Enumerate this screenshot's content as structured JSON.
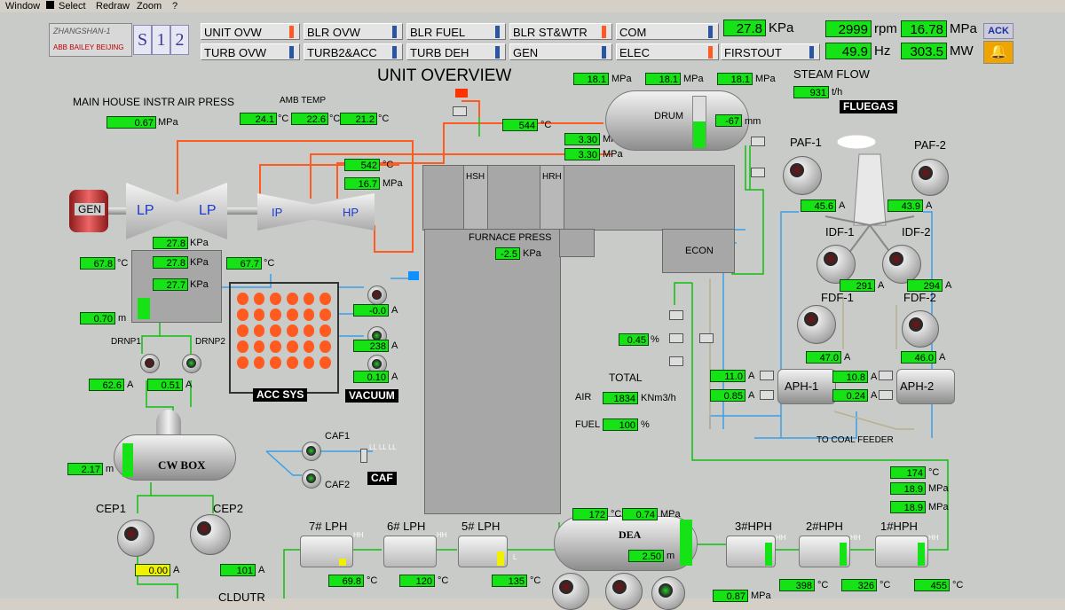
{
  "menu": {
    "window": "Window",
    "select": "Select",
    "redraw": "Redraw",
    "zoom": "Zoom",
    "help": "?"
  },
  "header": {
    "logo_line1": "ZHANGSHAN-1",
    "logo_line2": "ABB BAILEY BEIJING",
    "s12": [
      "S",
      "1",
      "2"
    ],
    "nav": {
      "unit_ovw": "UNIT OVW",
      "blr_ovw": "BLR OVW",
      "blr_fuel": "BLR FUEL",
      "blr_stwtr": "BLR ST&WTR",
      "com": "COM",
      "turb_ovw": "TURB OVW",
      "turb2acc": "TURB2&ACC",
      "turb_deh": "TURB DEH",
      "gen": "GEN",
      "elec": "ELEC",
      "firstout": "FIRSTOUT"
    },
    "press": {
      "value": "27.8",
      "unit": "KPa"
    },
    "speed": {
      "value": "2999",
      "unit": "rpm"
    },
    "mpa": {
      "value": "16.78",
      "unit": "MPa"
    },
    "hz": {
      "value": "49.9",
      "unit": "Hz"
    },
    "mw": {
      "value": "303.5",
      "unit": "MW"
    },
    "ack": "ACK"
  },
  "title": "UNIT OVERVIEW",
  "labels": {
    "air_press": "MAIN HOUSE INSTR AIR PRESS",
    "amb_temp": "AMB TEMP",
    "steam_flow": "STEAM FLOW",
    "fluegas": "FLUEGAS",
    "drum": "DRUM",
    "gen": "GEN",
    "lp1": "LP",
    "lp2": "LP",
    "ip": "IP",
    "hp": "HP",
    "hsh": "HSH",
    "hrh": "HRH",
    "econ": "ECON",
    "furnace_press": "FURNACE PRESS",
    "acc_sys": "ACC SYS",
    "vacuum": "VACUUM",
    "drnp1": "DRNP1",
    "drnp2": "DRNP2",
    "cw_box": "CW BOX",
    "caf1": "CAF1",
    "caf2": "CAF2",
    "caf": "CAF",
    "ll": "LL LL LL",
    "cep1": "CEP1",
    "cep2": "CEP2",
    "cldutr": "CLDUTR",
    "lph7": "7# LPH",
    "lph6": "6# LPH",
    "lph5": "5# LPH",
    "dea": "DEA",
    "hph3": "3#HPH",
    "hph2": "2#HPH",
    "hph1": "1#HPH",
    "total": "TOTAL",
    "air": "AIR",
    "fuel": "FUEL",
    "paf1": "PAF-1",
    "paf2": "PAF-2",
    "idf1": "IDF-1",
    "idf2": "IDF-2",
    "fdf1": "FDF-1",
    "fdf2": "FDF-2",
    "aph1": "APH-1",
    "aph2": "APH-2",
    "to_coal": "TO COAL FEEDER",
    "hh": "HH",
    "l": "L",
    "ll_small": "LL"
  },
  "values": {
    "air_press": {
      "v": "0.67",
      "u": "MPa"
    },
    "amb1": {
      "v": "24.1",
      "u": "°C"
    },
    "amb2": {
      "v": "22.6",
      "u": "°C"
    },
    "amb3": {
      "v": "21.2",
      "u": "°C"
    },
    "drum_p1": {
      "v": "18.1",
      "u": "MPa"
    },
    "drum_p2": {
      "v": "18.1",
      "u": "MPa"
    },
    "drum_p3": {
      "v": "18.1",
      "u": "MPa"
    },
    "steam_flow": {
      "v": "931",
      "u": "t/h"
    },
    "drum_level": {
      "v": "-67",
      "u": "mm"
    },
    "t544": {
      "v": "544",
      "u": "°C"
    },
    "p330a": {
      "v": "3.30",
      "u": "MPa"
    },
    "p330b": {
      "v": "3.30",
      "u": "MPa"
    },
    "t542": {
      "v": "542",
      "u": "°C"
    },
    "p167": {
      "v": "16.7",
      "u": "MPa"
    },
    "lp_p1": {
      "v": "27.8",
      "u": "KPa"
    },
    "lp_p2": {
      "v": "27.8",
      "u": "KPa"
    },
    "lp_p3": {
      "v": "27.7",
      "u": "KPa"
    },
    "t678": {
      "v": "67.8",
      "u": "°C"
    },
    "t677": {
      "v": "67.7",
      "u": "°C"
    },
    "hw_level": {
      "v": "0.70",
      "u": "m"
    },
    "furnace": {
      "v": "-2.5",
      "u": "KPa"
    },
    "vac1": {
      "v": "-0.0",
      "u": "A"
    },
    "vac2": {
      "v": "238",
      "u": "A"
    },
    "vac3": {
      "v": "0.10",
      "u": "A"
    },
    "drn1": {
      "v": "62.6",
      "u": "A"
    },
    "drn2": {
      "v": "0.51",
      "u": "A"
    },
    "cw_level": {
      "v": "2.17",
      "u": "m"
    },
    "cep1": {
      "v": "0.00",
      "u": "A"
    },
    "cep2": {
      "v": "101",
      "u": "A"
    },
    "o2": {
      "v": "0.45",
      "u": "%"
    },
    "air_total": {
      "v": "1834",
      "u": "KNm3/h"
    },
    "fuel": {
      "v": "100",
      "u": "%"
    },
    "paf1": {
      "v": "45.6",
      "u": "A"
    },
    "paf2": {
      "v": "43.9",
      "u": "A"
    },
    "idf1": {
      "v": "291",
      "u": "A"
    },
    "idf2": {
      "v": "294",
      "u": "A"
    },
    "fdf1": {
      "v": "47.0",
      "u": "A"
    },
    "fdf2": {
      "v": "46.0",
      "u": "A"
    },
    "aph1a": {
      "v": "11.0",
      "u": "A"
    },
    "aph1b": {
      "v": "0.85",
      "u": "A"
    },
    "aph2a": {
      "v": "10.8",
      "u": "A"
    },
    "aph2b": {
      "v": "0.24",
      "u": "A"
    },
    "fw_t": {
      "v": "174",
      "u": "°C"
    },
    "fw_p1": {
      "v": "18.9",
      "u": "MPa"
    },
    "fw_p2": {
      "v": "18.9",
      "u": "MPa"
    },
    "dea_t": {
      "v": "172",
      "u": "°C"
    },
    "dea_p": {
      "v": "0.74",
      "u": "MPa"
    },
    "dea_l": {
      "v": "2.50",
      "u": "m"
    },
    "lph7_t": {
      "v": "69.8",
      "u": "°C"
    },
    "lph6_t": {
      "v": "120",
      "u": "°C"
    },
    "lph5_t": {
      "v": "135",
      "u": "°C"
    },
    "hph3_t": {
      "v": "398",
      "u": "°C"
    },
    "hph2_t": {
      "v": "326",
      "u": "°C"
    },
    "hph1_t": {
      "v": "455",
      "u": "°C"
    },
    "bot_p": {
      "v": "0.87",
      "u": "MPa"
    }
  },
  "colors": {
    "value_bg": "#16e316",
    "steam": "#ff5a1f",
    "water": "#3aa0e8",
    "green_line": "#10c010",
    "warn": "#f0f000"
  }
}
